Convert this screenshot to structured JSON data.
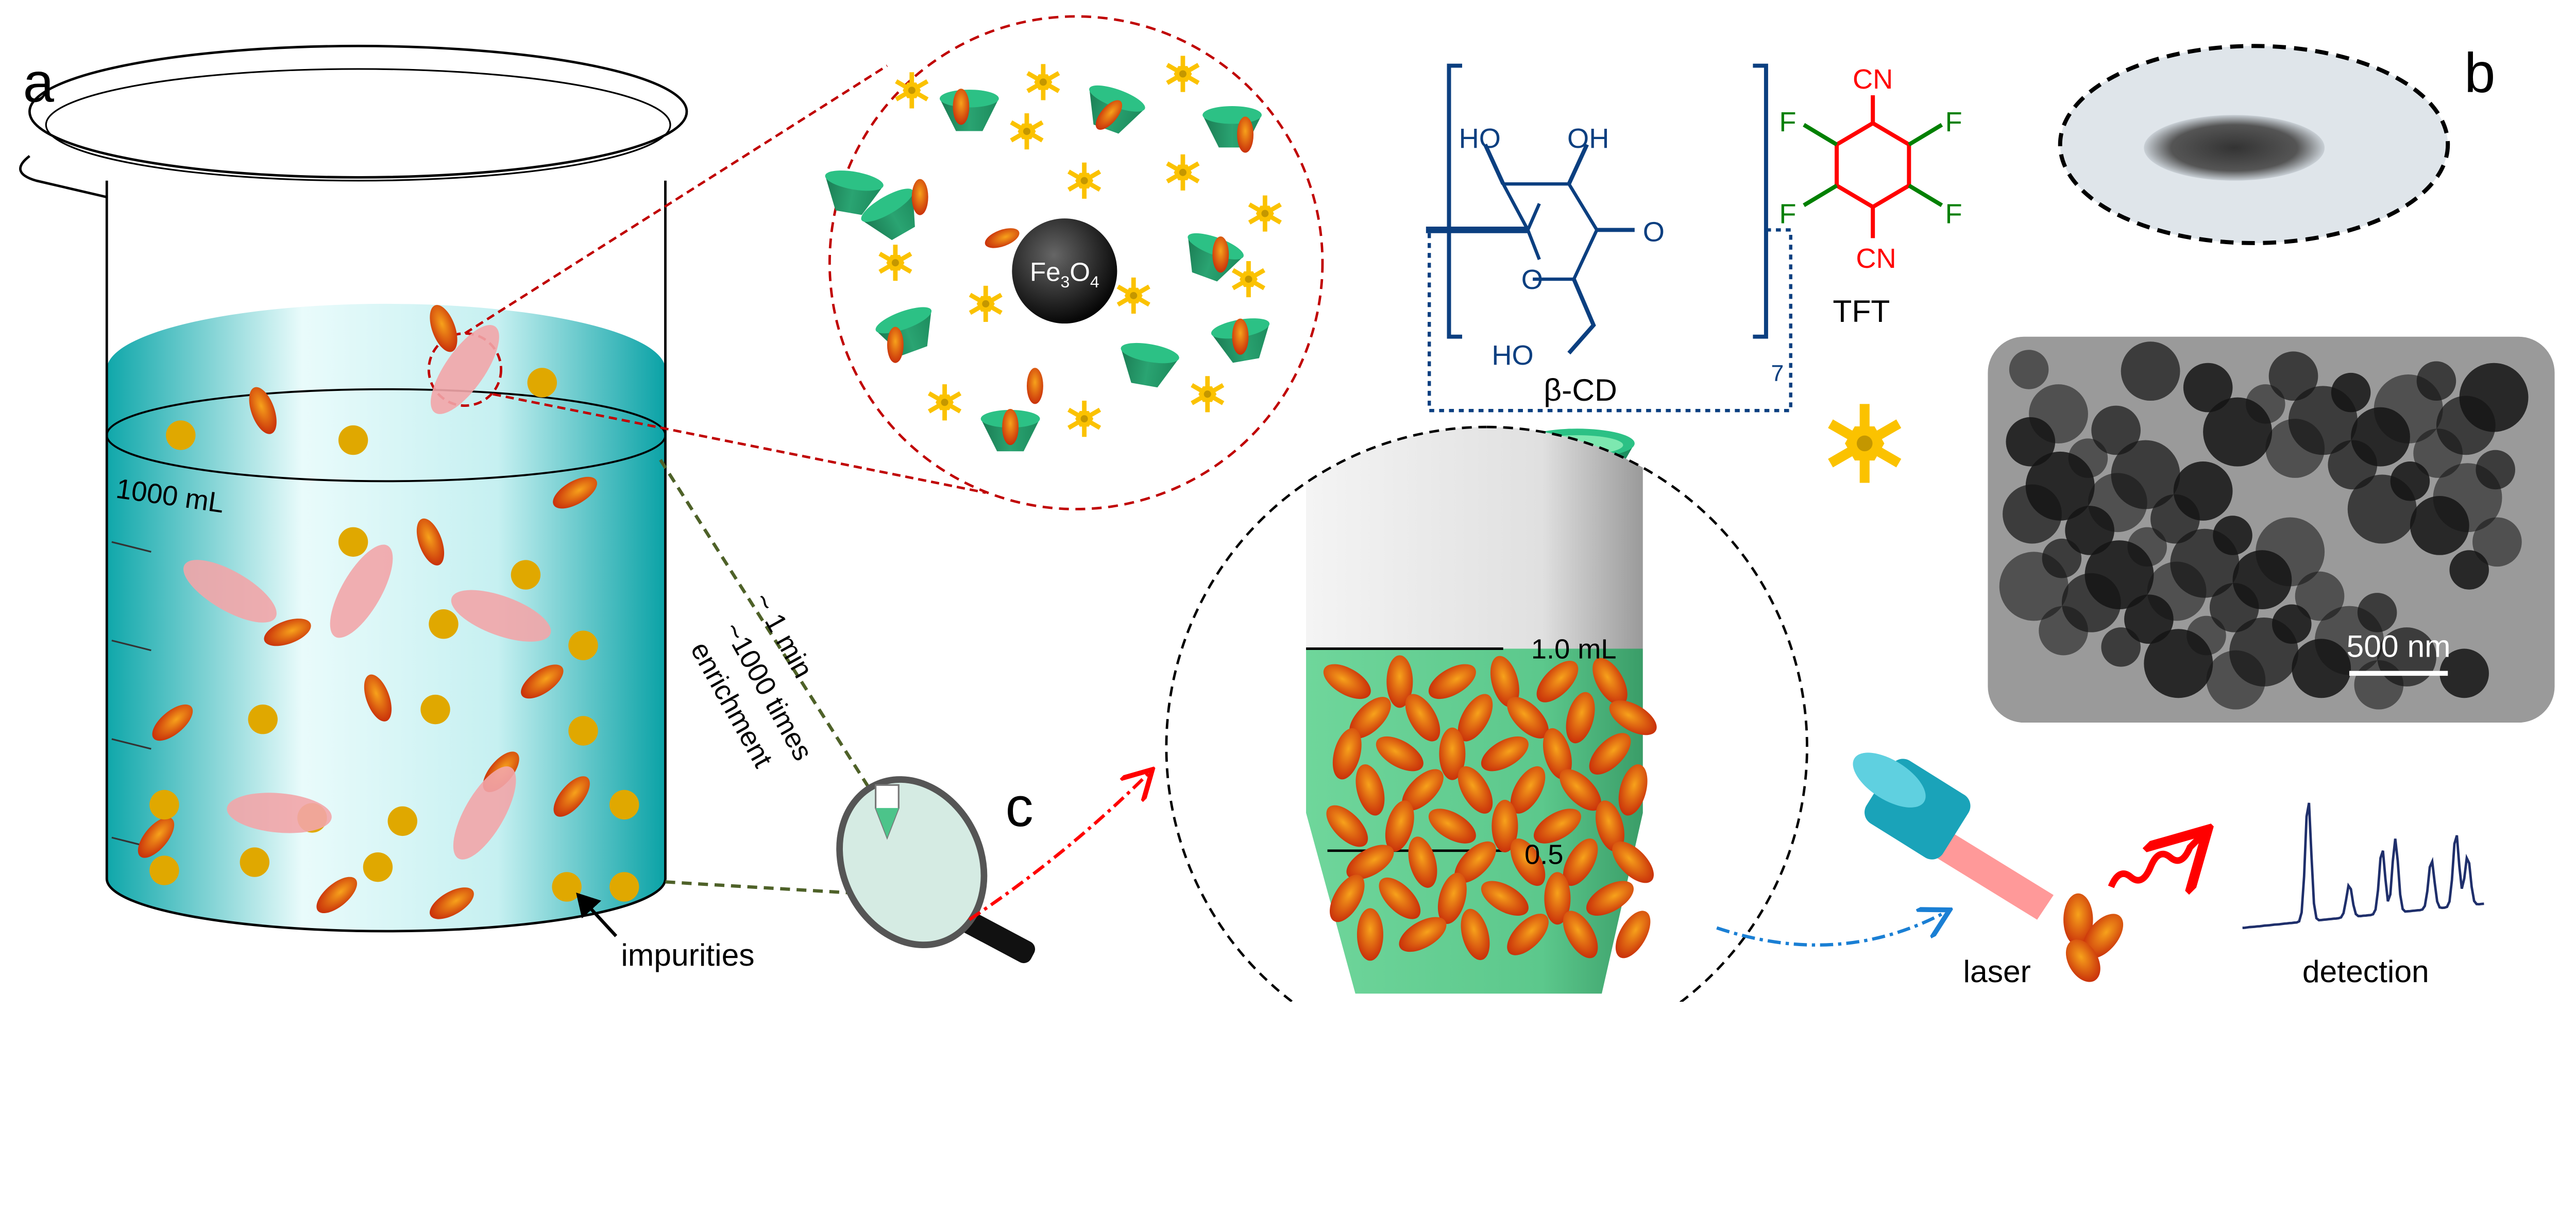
{
  "panels": {
    "a": "a",
    "b": "b",
    "c": "c"
  },
  "beaker": {
    "volume_label": "1000 mL",
    "impurities_label": "impurities"
  },
  "enrichment": {
    "time": "~ 1 min",
    "factor": "~1000 times",
    "word": "enrichment"
  },
  "core": {
    "fe": "Fe",
    "sub1": "3",
    "o": "O",
    "sub2": "4"
  },
  "beta_cd": {
    "ho1": "HO",
    "oh": "OH",
    "ring_o": "O",
    "link_o": "O",
    "ho2": "HO",
    "n": "7",
    "label": "β-CD"
  },
  "tft": {
    "cn_top": "CN",
    "cn_bottom": "CN",
    "f": "F",
    "label": "TFT"
  },
  "tem": {
    "scale": "500 nm"
  },
  "tube": {
    "mark_high": "1.0 mL",
    "mark_low": "0.5"
  },
  "detection": {
    "laser": "laser",
    "detection": "detection"
  },
  "colors": {
    "liquid": "#2bbcc0",
    "cd": "#2aa472",
    "tft": "#fbc200",
    "particle": "#e04a10",
    "dash_red": "#c00000",
    "dash_green": "#4e6128",
    "struct": "#0b3f80"
  }
}
